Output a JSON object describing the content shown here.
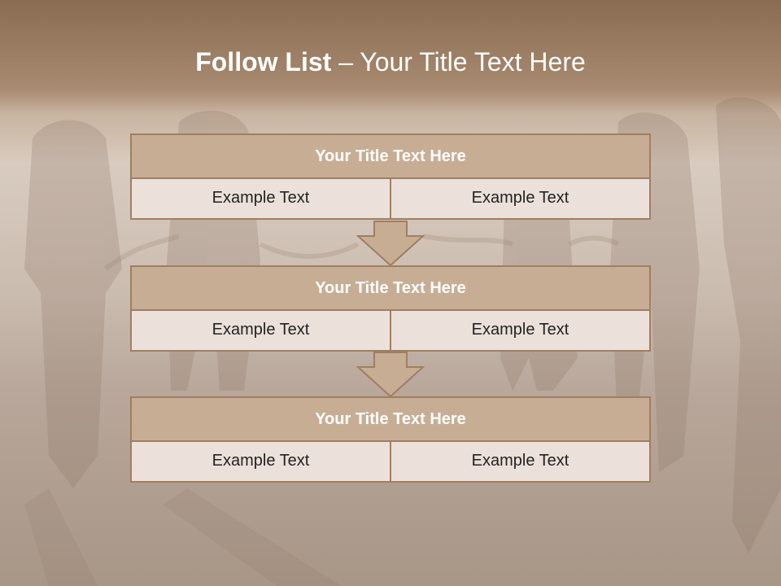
{
  "slide": {
    "title_strong": "Follow List",
    "title_rest": " – Your Title Text Here"
  },
  "blocks": [
    {
      "title": "Your Title Text Here",
      "left": "Example Text",
      "right": "Example Text"
    },
    {
      "title": "Your Title Text Here",
      "left": "Example Text",
      "right": "Example Text"
    },
    {
      "title": "Your Title Text Here",
      "left": "Example Text",
      "right": "Example Text"
    }
  ],
  "colors": {
    "header_fill": "#c8ad95",
    "cell_fill": "#ebe1da",
    "border": "#a07e62",
    "arrow_fill": "#c8ad95"
  },
  "icons": [
    "down-arrow-icon",
    "down-arrow-icon"
  ]
}
